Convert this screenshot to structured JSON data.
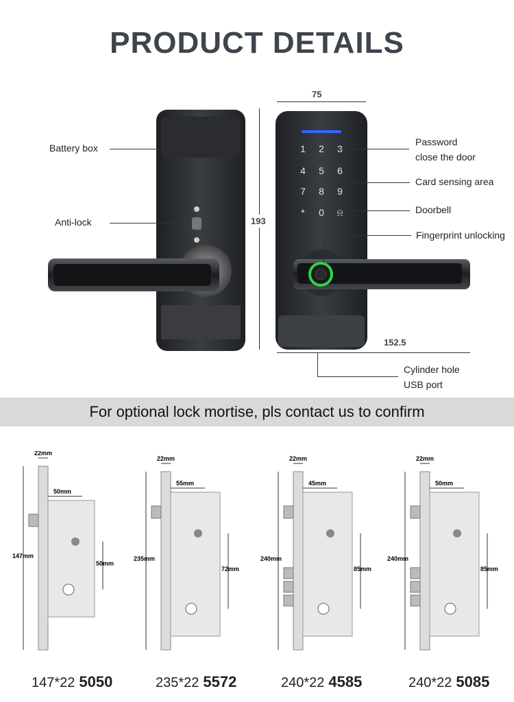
{
  "title": "PRODUCT DETAILS",
  "left_labels": {
    "battery": "Battery box",
    "antilock": "Anti-lock"
  },
  "right_labels": {
    "password_1": "Password",
    "password_2": "close the door",
    "card": "Card sensing area",
    "doorbell": "Doorbell",
    "fingerprint": "Fingerprint unlocking",
    "cylinder": "Cylinder hole",
    "usb": "USB port"
  },
  "dimensions": {
    "width": "75",
    "height": "193",
    "length": "152.5"
  },
  "keypad": [
    "1",
    "2",
    "3",
    "4",
    "5",
    "6",
    "7",
    "8",
    "9",
    "*",
    "0",
    "⍾"
  ],
  "band_text": "For optional lock mortise, pls contact us to confirm",
  "mortises": [
    {
      "size": "147*22",
      "model": "5050",
      "dims": {
        "top": "22mm",
        "inner": "50mm",
        "height": "147mm",
        "side": "50mm"
      }
    },
    {
      "size": "235*22",
      "model": "5572",
      "dims": {
        "top": "22mm",
        "inner": "55mm",
        "height": "235mm",
        "side": "72mm"
      }
    },
    {
      "size": "240*22",
      "model": "4585",
      "dims": {
        "top": "22mm",
        "inner": "45mm",
        "height": "240mm",
        "side": "85mm"
      }
    },
    {
      "size": "240*22",
      "model": "5085",
      "dims": {
        "top": "22mm",
        "inner": "50mm",
        "height": "240mm",
        "side": "85mm"
      }
    }
  ],
  "colors": {
    "title": "#3d444c",
    "lock_body": "#2b2d31",
    "fingerprint_ring": "#2bd44a",
    "band": "#d9d9d9"
  }
}
